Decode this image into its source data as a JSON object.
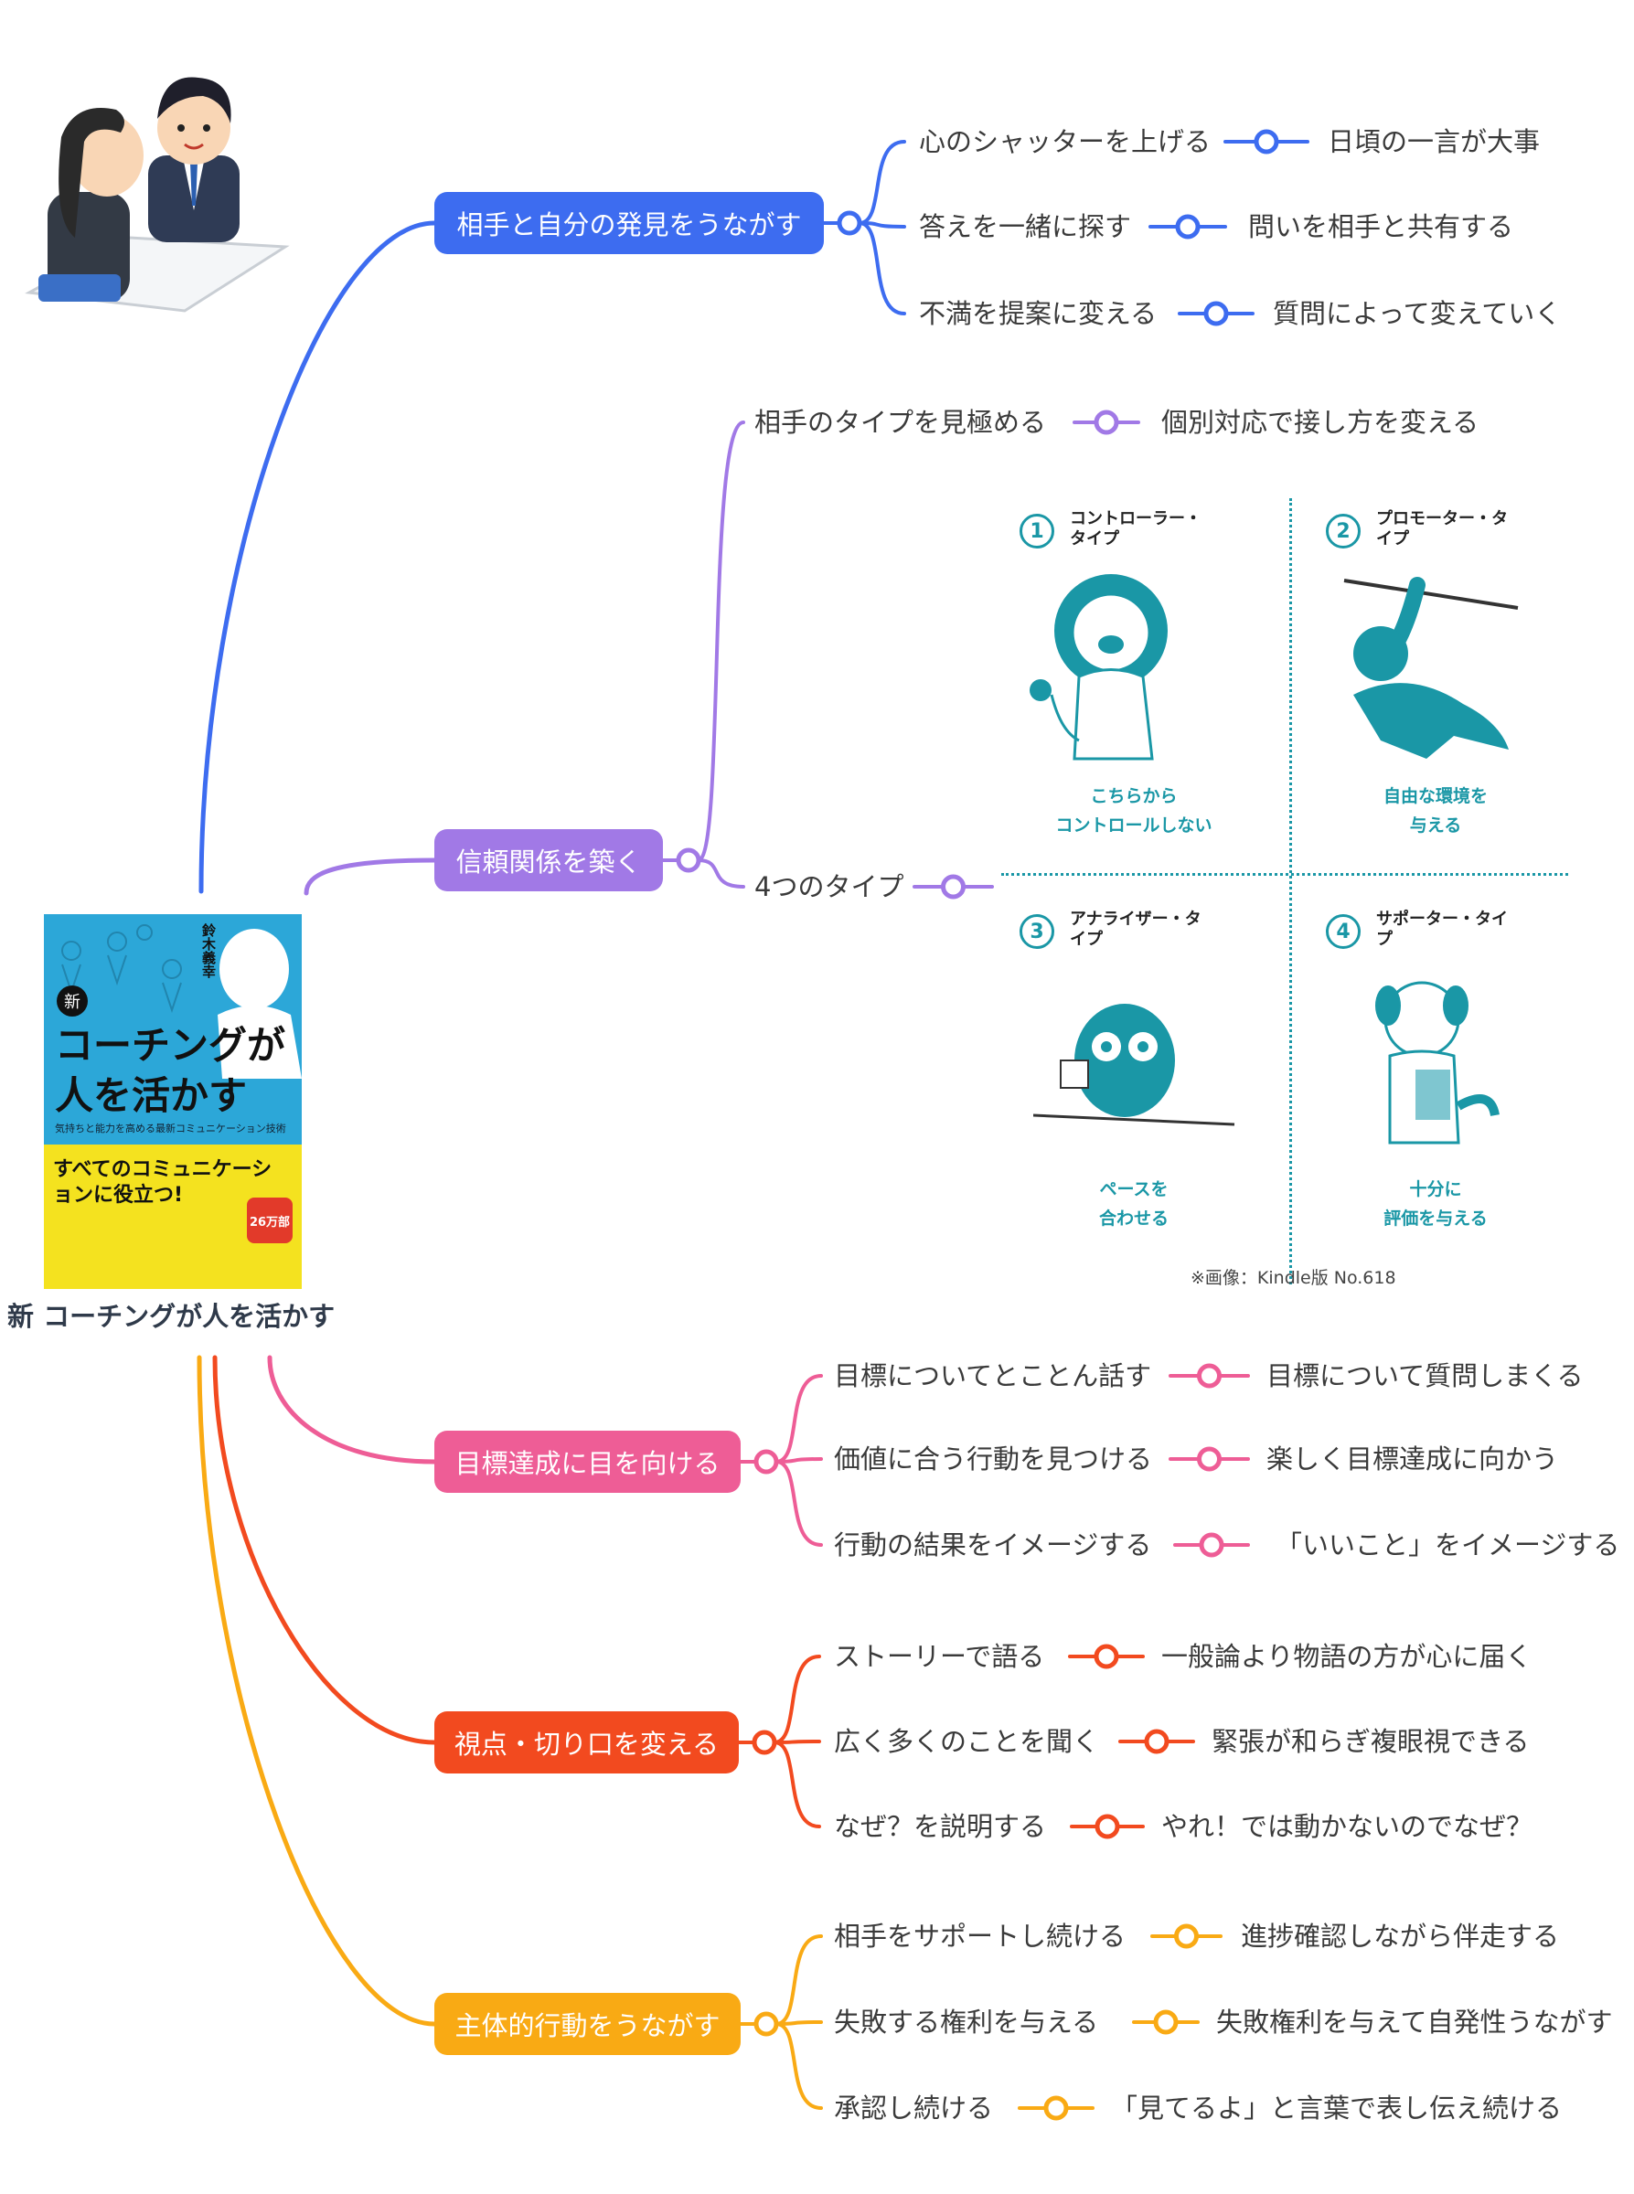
{
  "root": {
    "title": "新 コーチングが人を活かす"
  },
  "book_cover": {
    "author": "鈴木義幸",
    "mark": "新",
    "title_line1": "コーチングが",
    "title_line2": "人を活かす",
    "subtitle": "気持ちと能力を高める最新コミュニケーション技術",
    "band": "すべてのコミュニケーションに役立つ!",
    "badge": "26万部"
  },
  "branches": [
    {
      "label": "相手と自分の発見をうながす",
      "color": "#3d6cf0",
      "pairs": [
        {
          "left": "心のシャッターを上げる",
          "right": "日頃の一言が大事"
        },
        {
          "left": "答えを一緒に探す",
          "right": "問いを相手と共有する"
        },
        {
          "left": "不満を提案に変える",
          "right": "質問によって変えていく"
        }
      ]
    },
    {
      "label": "信頼関係を築く",
      "color": "#a179e6",
      "pairs": [
        {
          "left": "相手のタイプを見極める",
          "right": "個別対応で接し方を変える"
        },
        {
          "left": "4つのタイプ",
          "right": ""
        }
      ]
    },
    {
      "label": "目標達成に目を向ける",
      "color": "#ee5d96",
      "pairs": [
        {
          "left": "目標についてとことん話す",
          "right": "目標について質問しまくる"
        },
        {
          "left": "価値に合う行動を見つける",
          "right": "楽しく目標達成に向かう"
        },
        {
          "left": "行動の結果をイメージする",
          "right": "「いいこと」をイメージする"
        }
      ]
    },
    {
      "label": "視点・切り口を変える",
      "color": "#f24a1f",
      "pairs": [
        {
          "left": "ストーリーで語る",
          "right": "一般論より物語の方が心に届く"
        },
        {
          "left": "広く多くのことを聞く",
          "right": "緊張が和らぎ複眼視できる"
        },
        {
          "left": "なぜ？を説明する",
          "right": "やれ！では動かないのでなぜ？"
        }
      ]
    },
    {
      "label": "主体的行動をうながす",
      "color": "#f9aa14",
      "pairs": [
        {
          "left": "相手をサポートし続ける",
          "right": "進捗確認しながら伴走する"
        },
        {
          "left": "失敗する権利を与える",
          "right": "失敗権利を与えて自発性うながす"
        },
        {
          "left": "承認し続ける",
          "right": "「見てるよ」と言葉で表し伝え続ける"
        }
      ]
    }
  ],
  "types_figure": {
    "types": [
      {
        "num": "1",
        "name": "コントローラー・タイプ",
        "caption": "こちらから\nコントロールしない"
      },
      {
        "num": "2",
        "name": "プロモーター・タイプ",
        "caption": "自由な環境を\n与える"
      },
      {
        "num": "3",
        "name": "アナライザー・タイプ",
        "caption": "ペースを\n合わせる"
      },
      {
        "num": "4",
        "name": "サポーター・タイプ",
        "caption": "十分に\n評価を与える"
      }
    ],
    "source_note": "※画像：Kindle版 No.618"
  }
}
